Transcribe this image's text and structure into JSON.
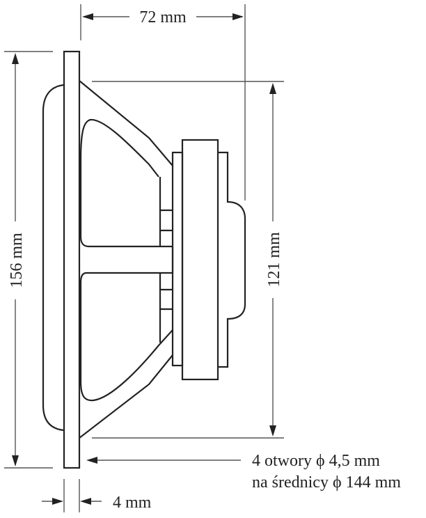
{
  "diagram": {
    "subject": "speaker side profile with dimensions",
    "colors": {
      "line": "#222222",
      "dimension_line": "#555555",
      "background": "#ffffff"
    },
    "dimensions": {
      "depth": {
        "label": "72 mm"
      },
      "overall_height": {
        "label": "156 mm"
      },
      "cutout_height": {
        "label": "121 mm"
      },
      "flange_thickness": {
        "label": "4 mm"
      },
      "mounting_holes": {
        "line1": "4 otwory ϕ 4,5 mm",
        "line2": "na średnicy ϕ 144 mm"
      }
    }
  }
}
